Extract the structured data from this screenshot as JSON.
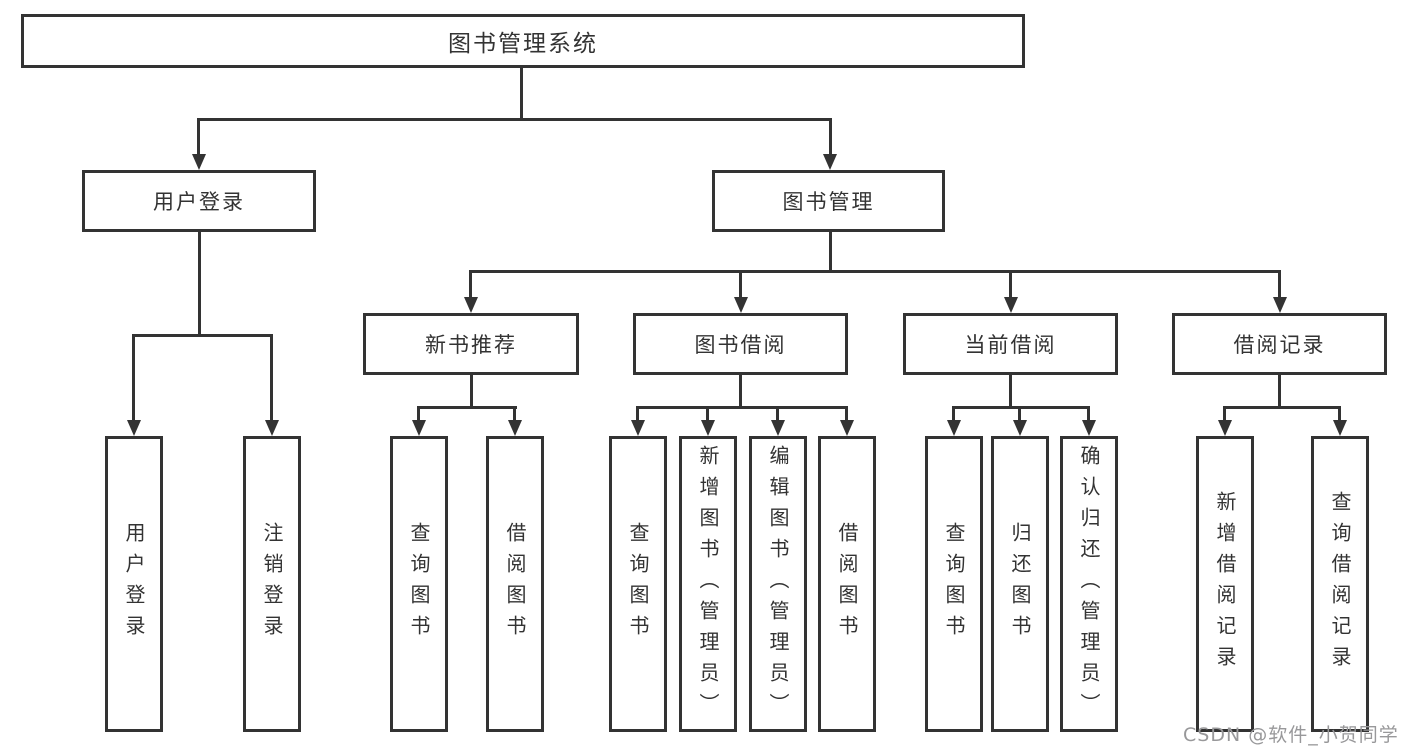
{
  "diagram_type": "functional-structure-tree",
  "tree": {
    "root": {
      "label": "图书管理系统",
      "children": [
        {
          "label": "用户登录",
          "children": [
            {
              "label": "用户登录"
            },
            {
              "label": "注销登录"
            }
          ]
        },
        {
          "label": "图书管理",
          "children": [
            {
              "label": "新书推荐",
              "children": [
                {
                  "label": "查询图书"
                },
                {
                  "label": "借阅图书"
                }
              ]
            },
            {
              "label": "图书借阅",
              "children": [
                {
                  "label": "查询图书"
                },
                {
                  "label": "新增图书（管理员）"
                },
                {
                  "label": "编辑图书（管理员）"
                },
                {
                  "label": "借阅图书"
                }
              ]
            },
            {
              "label": "当前借阅",
              "children": [
                {
                  "label": "查询图书"
                },
                {
                  "label": "归还图书"
                },
                {
                  "label": "确认归还（管理员）"
                }
              ]
            },
            {
              "label": "借阅记录",
              "children": [
                {
                  "label": "新增借阅记录"
                },
                {
                  "label": "查询借阅记录"
                }
              ]
            }
          ]
        }
      ]
    }
  },
  "watermark": {
    "text": "CSDN @软件_小贺同学"
  },
  "colors": {
    "line": "#333333",
    "text": "#333333",
    "box_background": "#ffffff",
    "page_background": "#ffffff",
    "watermark": "#98989a"
  }
}
